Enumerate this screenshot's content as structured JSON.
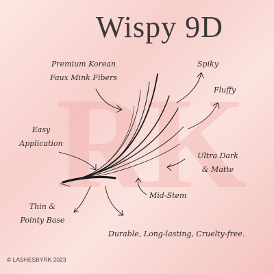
{
  "title": "Wispy 9D",
  "background_mark": "RK",
  "labels": {
    "premium_line1": "Premium Korean",
    "premium_line2": "Faux Mink Fibers",
    "spiky": "Spiky",
    "fluffy": "Fluffy",
    "easy_line1": "Easy",
    "easy_line2": "Application",
    "ultra_line1": "Ultra Dark",
    "ultra_line2": "& Matte",
    "mid_stem": "Mid-Stem",
    "thin_line1": "Thin &",
    "thin_line2": "Pointy Base",
    "durable": "Durable, Long-lasting, Cruelty-free."
  },
  "copyright": "© LASHESBYRK 2023",
  "colors": {
    "accent": "#f0a6a1",
    "ink": "#2a2a2a"
  }
}
